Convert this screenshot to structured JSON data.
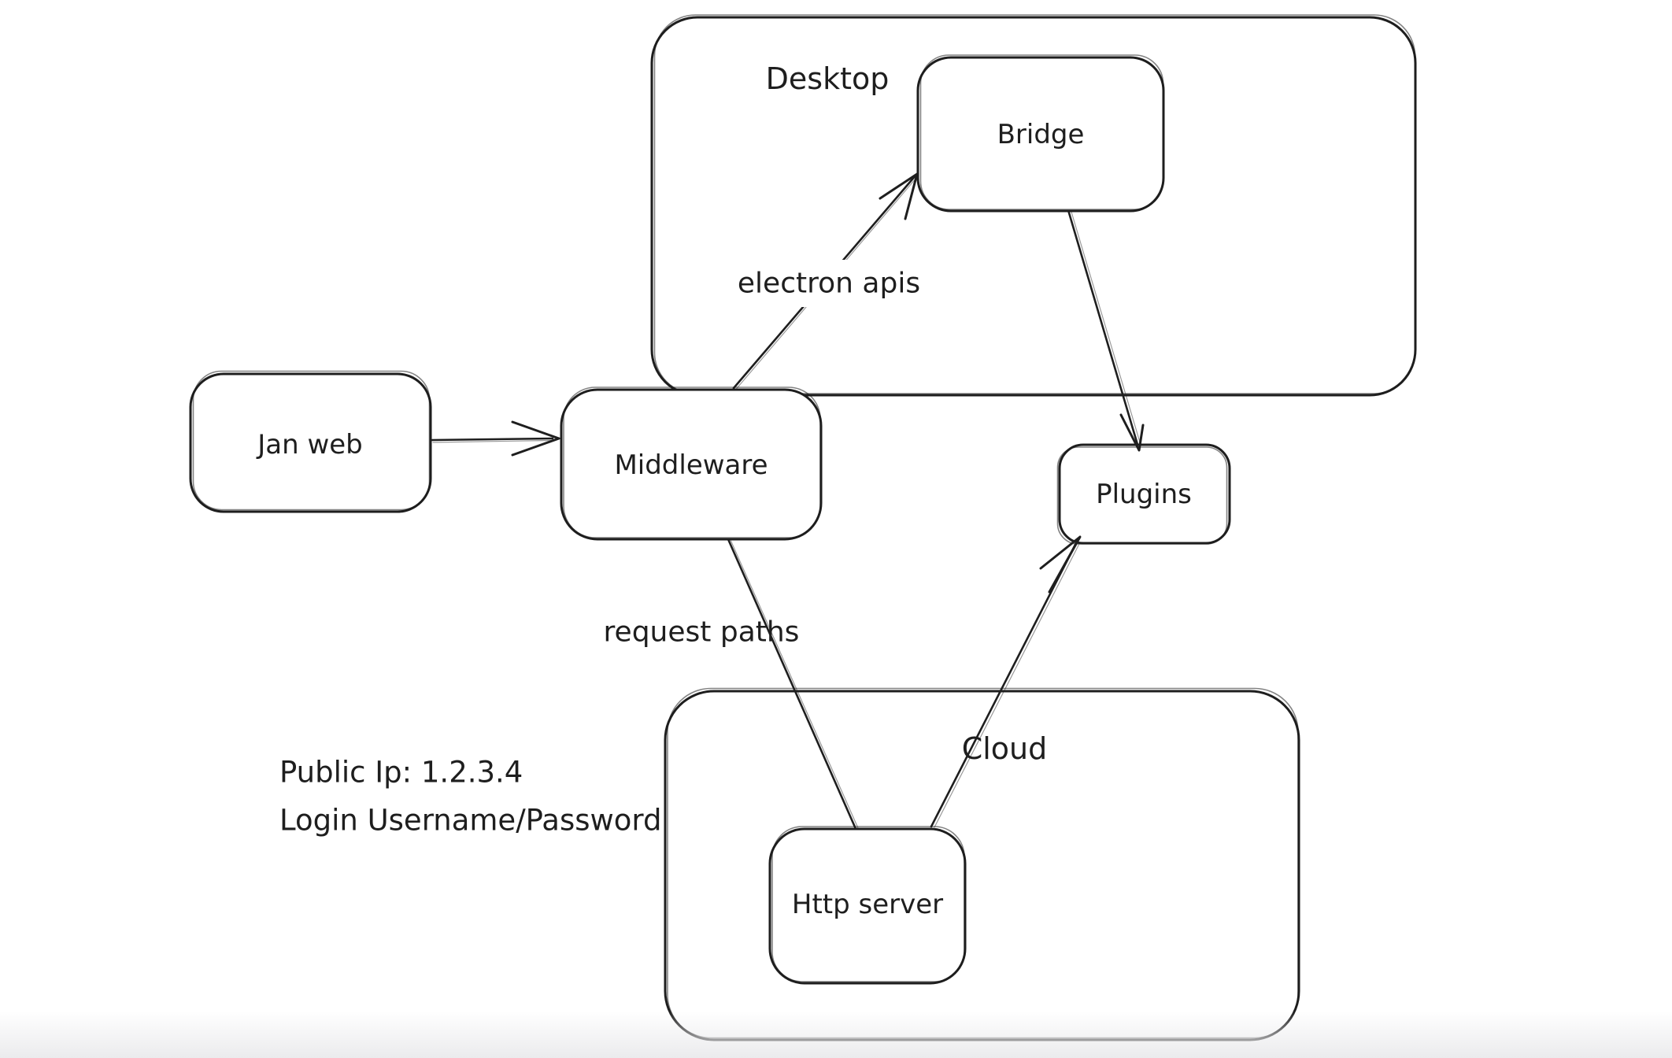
{
  "diagram": {
    "style": "hand-drawn whiteboard sketch",
    "background_color": "#ffffff",
    "stroke_color": "#1e1e1e",
    "bottom_fade_color": "#ebebed",
    "containers": [
      {
        "id": "desktop",
        "label": "Desktop"
      },
      {
        "id": "cloud",
        "label": "Cloud"
      }
    ],
    "nodes": [
      {
        "id": "jan-web",
        "label": "Jan web"
      },
      {
        "id": "middleware",
        "label": "Middleware"
      },
      {
        "id": "bridge",
        "label": "Bridge",
        "inside": "desktop"
      },
      {
        "id": "plugins",
        "label": "Plugins"
      },
      {
        "id": "http-server",
        "label": "Http server",
        "inside": "cloud"
      }
    ],
    "edges": [
      {
        "from": "jan-web",
        "to": "middleware",
        "label": ""
      },
      {
        "from": "middleware",
        "to": "bridge",
        "label": "electron apis"
      },
      {
        "from": "bridge",
        "to": "plugins",
        "label": ""
      },
      {
        "from": "middleware",
        "to": "http-server",
        "label": "request paths"
      },
      {
        "from": "http-server",
        "to": "plugins",
        "label": ""
      }
    ],
    "annotations": [
      {
        "text": "Public Ip: 1.2.3.4"
      },
      {
        "text": "Login Username/Password"
      }
    ]
  }
}
